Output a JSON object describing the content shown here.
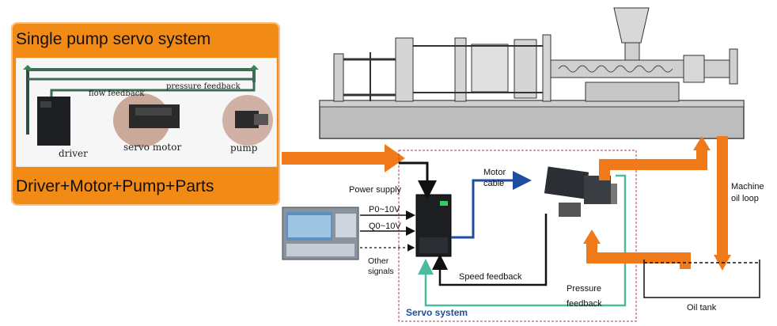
{
  "panel": {
    "title": "Single pump servo system",
    "bottom_text": "Driver+Motor+Pump+Parts",
    "labels": {
      "flow_feedback": "flow feedback",
      "pressure_feedback": "pressure feedback",
      "driver": "driver",
      "servo_motor": "servo motor",
      "pump": "pump"
    }
  },
  "diagram": {
    "power_supply": "Power supply",
    "motor_cable_line1": "Motor",
    "motor_cable_line2": "cable",
    "p_signal": "P0~10V",
    "q_signal": "Q0~10V",
    "other_signals_line1": "Other",
    "other_signals_line2": "signals",
    "speed_feedback": "Speed feedback",
    "pressure_feedback_line1": "Pressure",
    "pressure_feedback_line2": "feedback",
    "servo_system": "Servo system",
    "machine_oil_loop_line1": "Machine",
    "machine_oil_loop_line2": "oil loop",
    "oil_tank": "Oil tank"
  },
  "colors": {
    "orange": "#f07a1a",
    "blue": "#1f4ea0",
    "teal": "#4dbba0",
    "black": "#111111",
    "machine_gray": "#bdbdbd",
    "dashed_box": "#b0394d"
  }
}
